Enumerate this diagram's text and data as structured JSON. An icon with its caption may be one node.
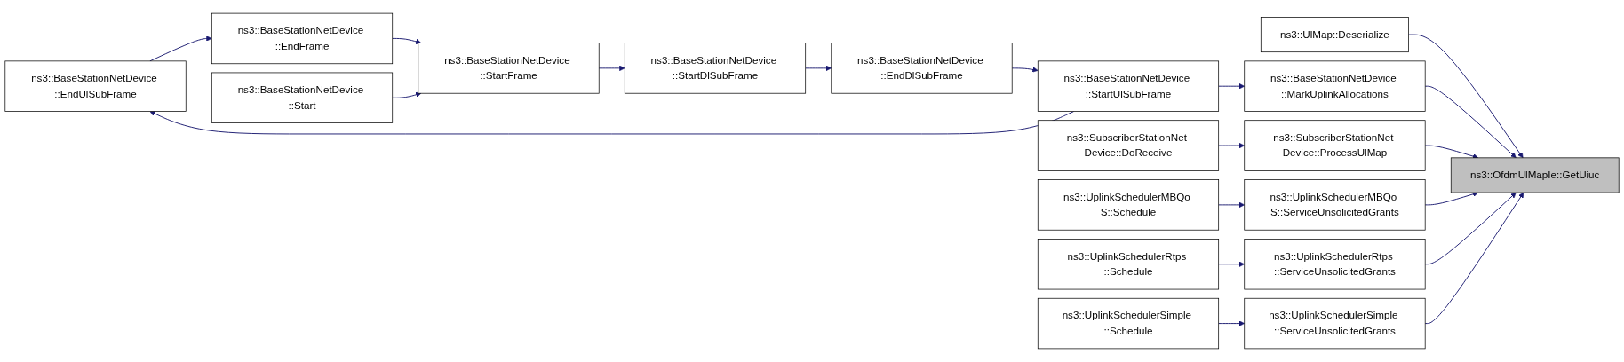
{
  "diagram": {
    "nodes": [
      {
        "text": [
          "ns3::BaseStationNetDevice ::EndUlSubFrame"
        ]
      },
      {
        "text": [
          "ns3::BaseStationNetDevice ::EndFrame"
        ]
      },
      {
        "text": [
          "ns3::BaseStationNetDevice ::Start"
        ]
      },
      {
        "text": [
          "ns3::BaseStationNetDevice ::StartFrame"
        ]
      },
      {
        "text": [
          "ns3::BaseStationNetDevice ::StartDlSubFrame"
        ]
      },
      {
        "text": [
          "ns3::BaseStationNetDevice ::EndDlSubFrame"
        ]
      },
      {
        "text": [
          "ns3::BaseStationNetDevice ::StartUlSubFrame"
        ]
      },
      {
        "text": [
          "ns3::UlMap::Deserialize"
        ]
      },
      {
        "text": [
          "ns3::BaseStationNetDevice ::MarkUplinkAllocations"
        ]
      },
      {
        "text": [
          "ns3::SubscriberStationNet Device::DoReceive"
        ]
      },
      {
        "text": [
          "ns3::SubscriberStationNet Device::ProcessUlMap"
        ]
      },
      {
        "text": [
          "ns3::UplinkSchedulerMBQo S::Schedule"
        ]
      },
      {
        "text": [
          "ns3::UplinkSchedulerMBQo S::ServiceUnsolicitedGrants"
        ]
      },
      {
        "text": [
          "ns3::UplinkSchedulerRtps ::Schedule"
        ]
      },
      {
        "text": [
          "ns3::UplinkSchedulerRtps ::ServiceUnsolicitedGrants"
        ]
      },
      {
        "text": [
          "ns3::UplinkSchedulerSimple ::Schedule"
        ]
      },
      {
        "text": [
          "ns3::UplinkSchedulerSimple ::ServiceUnsolicitedGrants"
        ]
      },
      {
        "text": [
          "ns3::OfdmUlMapIe::GetUiuc"
        ]
      }
    ],
    "edges": [
      {
        "from": 0,
        "to": 1,
        "arrow": "to"
      },
      {
        "from": 1,
        "to": 3,
        "arrow": "to"
      },
      {
        "from": 2,
        "to": 3,
        "arrow": "to"
      },
      {
        "from": 3,
        "to": 4,
        "arrow": "to"
      },
      {
        "from": 4,
        "to": 5,
        "arrow": "to"
      },
      {
        "from": 5,
        "to": 6,
        "arrow": "to"
      },
      {
        "from": 6,
        "to": 0,
        "arrow": "to"
      },
      {
        "from": 6,
        "to": 8,
        "arrow": "to"
      },
      {
        "from": 7,
        "to": 17,
        "arrow": "to"
      },
      {
        "from": 8,
        "to": 17,
        "arrow": "to"
      },
      {
        "from": 9,
        "to": 10,
        "arrow": "to"
      },
      {
        "from": 10,
        "to": 17,
        "arrow": "to"
      },
      {
        "from": 11,
        "to": 12,
        "arrow": "to"
      },
      {
        "from": 12,
        "to": 17,
        "arrow": "to"
      },
      {
        "from": 13,
        "to": 14,
        "arrow": "to"
      },
      {
        "from": 14,
        "to": 17,
        "arrow": "to"
      },
      {
        "from": 15,
        "to": 16,
        "arrow": "to"
      },
      {
        "from": 16,
        "to": 17,
        "arrow": "to"
      }
    ]
  }
}
